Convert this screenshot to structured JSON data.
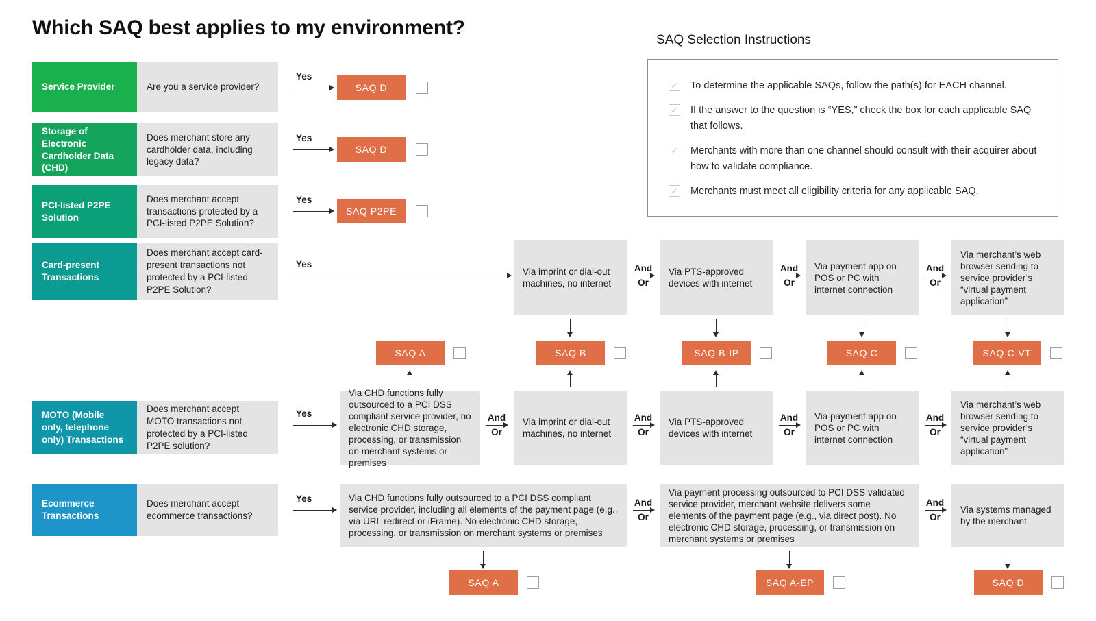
{
  "title": "Which SAQ best applies to my environment?",
  "labels": {
    "yes": "Yes",
    "and": "And",
    "or": "Or"
  },
  "check_glyph": "✓",
  "colors": {
    "c1": "#1ab04d",
    "c2": "#15a45c",
    "c3": "#0ba077",
    "c4": "#0c9b92",
    "c5": "#0f97a9",
    "c6": "#1d95c9",
    "saq": "#e06f47",
    "gray": "#e4e4e4",
    "arrow": "#2b2b2b",
    "cbxBorder": "#9e9e9e",
    "check": "#b7bcbd",
    "instrBorder": "#8d9091"
  },
  "channels": [
    {
      "label": "Service Provider",
      "question": "Are you a service provider?",
      "saq": "SAQ D"
    },
    {
      "label": "Storage of Electronic Cardholder Data (CHD)",
      "question": "Does merchant store any cardholder data, including legacy data?",
      "saq": "SAQ D"
    },
    {
      "label": "PCI-listed P2PE Solution",
      "question": "Does merchant accept transactions protected by a PCI-listed P2PE Solution?",
      "saq": "SAQ P2PE"
    },
    {
      "label": "Card-present Transactions",
      "question": "Does merchant accept card-present transactions not protected by a PCI-listed P2PE Solution?"
    },
    {
      "label": "MOTO (Mobile only, telephone only) Transactions",
      "question": "Does merchant accept MOTO transactions not protected by a PCI-listed P2PE solution?"
    },
    {
      "label": "Ecommerce Transactions",
      "question": "Does merchant accept ecommerce transactions?"
    }
  ],
  "card_present": {
    "options": [
      "Via imprint or dial-out machines, no internet",
      "Via PTS-approved devices with internet",
      "Via payment app on POS or PC with internet connection",
      "Via merchant’s web browser sending to service provider’s “virtual payment application”"
    ]
  },
  "moto": {
    "options": [
      "Via CHD functions fully outsourced to a PCI DSS compliant service provider, no electronic CHD storage, processing, or transmission on merchant systems or premises",
      "Via imprint or dial-out machines, no internet",
      "Via PTS-approved devices with internet",
      "Via payment app on POS or PC with internet connection",
      "Via merchant’s web browser sending to service provider’s “virtual payment application”"
    ]
  },
  "ecommerce": {
    "options": [
      "Via CHD functions fully outsourced to a PCI DSS compliant service provider, including all elements of the payment page (e.g., via URL redirect or iFrame). No electronic CHD storage, processing, or transmission on merchant systems or premises",
      "Via payment processing outsourced to PCI DSS validated service provider, merchant website delivers some elements of the payment page (e.g., via direct post). No electronic CHD storage, processing, or transmission on merchant systems or premises",
      "Via systems managed by the merchant"
    ]
  },
  "mid_saqs": [
    {
      "label": "SAQ A"
    },
    {
      "label": "SAQ B"
    },
    {
      "label": "SAQ B-IP"
    },
    {
      "label": "SAQ C"
    },
    {
      "label": "SAQ C-VT"
    }
  ],
  "bottom_saqs": [
    {
      "label": "SAQ A"
    },
    {
      "label": "SAQ A-EP"
    },
    {
      "label": "SAQ D"
    }
  ],
  "instructions": {
    "title": "SAQ Selection Instructions",
    "items": [
      "To determine the applicable SAQs, follow the path(s) for EACH channel.",
      "If the answer to the question is “YES,” check the box for each applicable SAQ that follows.",
      "Merchants with more than one channel should consult with their acquirer about how to validate compliance.",
      "Merchants must meet all eligibility criteria for any applicable SAQ."
    ]
  }
}
